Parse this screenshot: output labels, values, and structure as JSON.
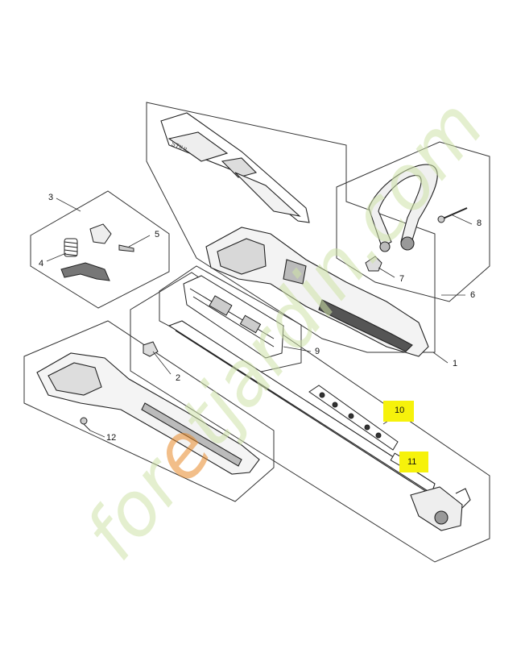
{
  "parts": {
    "p1": "1",
    "p2": "2",
    "p3": "3",
    "p4": "4",
    "p5": "5",
    "p6": "6",
    "p7": "7",
    "p8": "8",
    "p9": "9",
    "p10": "10",
    "p11": "11",
    "p12": "12"
  },
  "brand_on_part": "STIHL",
  "watermark": "foretjardin.com",
  "colors": {
    "highlight": "#f6f20b",
    "watermark_orange": "#e88a2a",
    "watermark_green": "#cfe3a8",
    "lines": "#333333"
  }
}
